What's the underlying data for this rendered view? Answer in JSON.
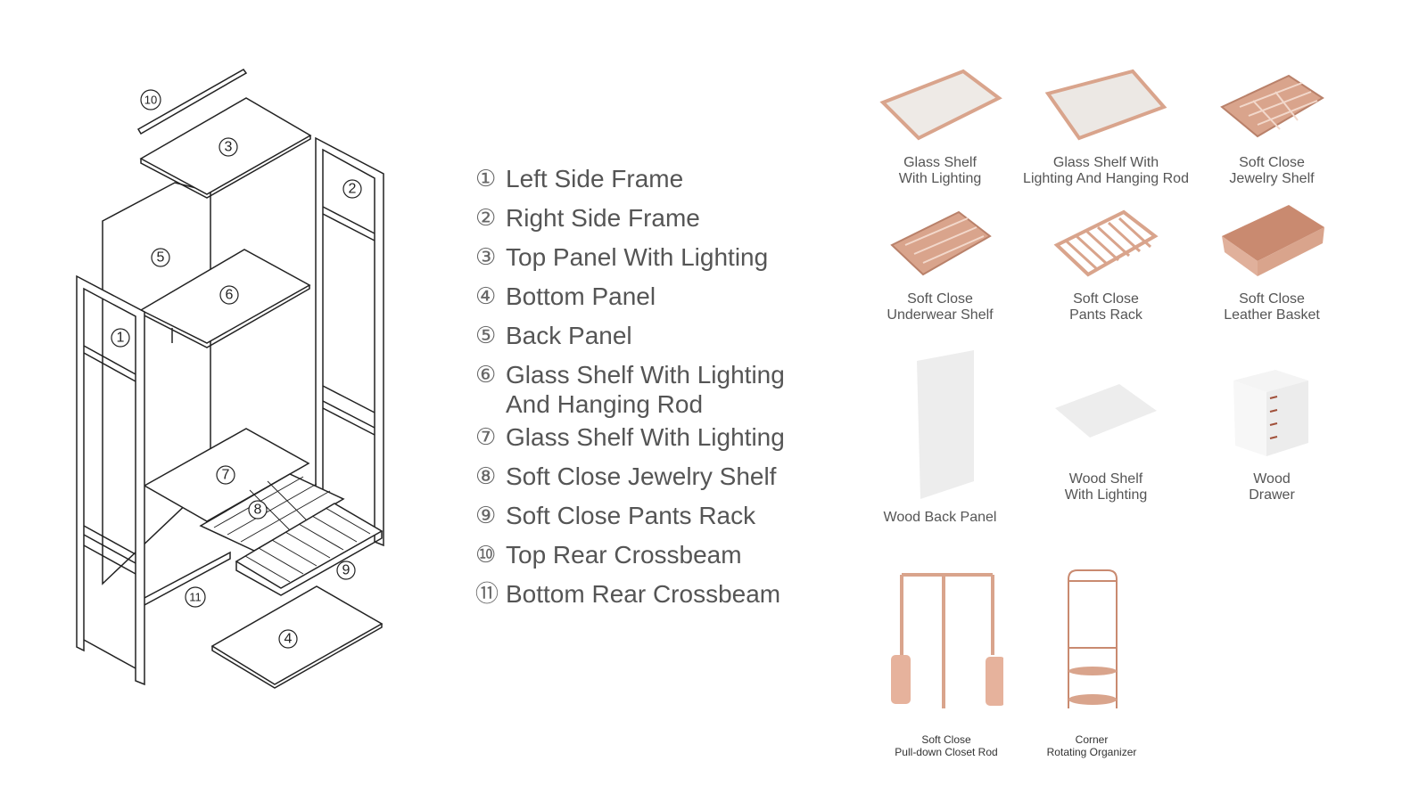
{
  "diagram": {
    "callouts": [
      "①",
      "②",
      "③",
      "④",
      "⑤",
      "⑥",
      "⑦",
      "⑧",
      "⑨",
      "⑩",
      "⑪"
    ]
  },
  "legend": [
    {
      "num": "①",
      "label": "Left Side Frame"
    },
    {
      "num": "②",
      "label": "Right Side Frame"
    },
    {
      "num": "③",
      "label": "Top Panel With Lighting"
    },
    {
      "num": "④",
      "label": "Bottom Panel"
    },
    {
      "num": "⑤",
      "label": "Back Panel"
    },
    {
      "num": "⑥",
      "label": "Glass Shelf With Lighting",
      "label2": "And Hanging Rod"
    },
    {
      "num": "⑦",
      "label": "Glass Shelf With Lighting"
    },
    {
      "num": "⑧",
      "label": "Soft Close Jewelry Shelf"
    },
    {
      "num": "⑨",
      "label": "Soft Close Pants Rack"
    },
    {
      "num": "⑩",
      "label": "Top Rear Crossbeam"
    },
    {
      "num": "⑪",
      "label": "Bottom Rear Crossbeam"
    }
  ],
  "products": [
    {
      "line1": "Glass Shelf",
      "line2": "With Lighting"
    },
    {
      "line1": "Glass Shelf With",
      "line2": "Lighting And Hanging Rod"
    },
    {
      "line1": "Soft Close",
      "line2": "Jewelry Shelf"
    },
    {
      "line1": "Soft Close",
      "line2": "Underwear Shelf"
    },
    {
      "line1": "Soft Close",
      "line2": "Pants Rack"
    },
    {
      "line1": "Soft Close",
      "line2": "Leather Basket"
    },
    {
      "line1": "Wood Back Panel"
    },
    {
      "line1": "Wood Shelf",
      "line2": "With Lighting"
    },
    {
      "line1": "Wood",
      "line2": "Drawer"
    },
    {
      "line1": "Soft Close",
      "line2": "Pull-down Closet Rod"
    },
    {
      "line1": "Corner",
      "line2": "Rotating Organizer"
    }
  ],
  "colors": {
    "rose_gold": "#d9a48c",
    "glass": "#eeeae6",
    "line": "#222222"
  }
}
